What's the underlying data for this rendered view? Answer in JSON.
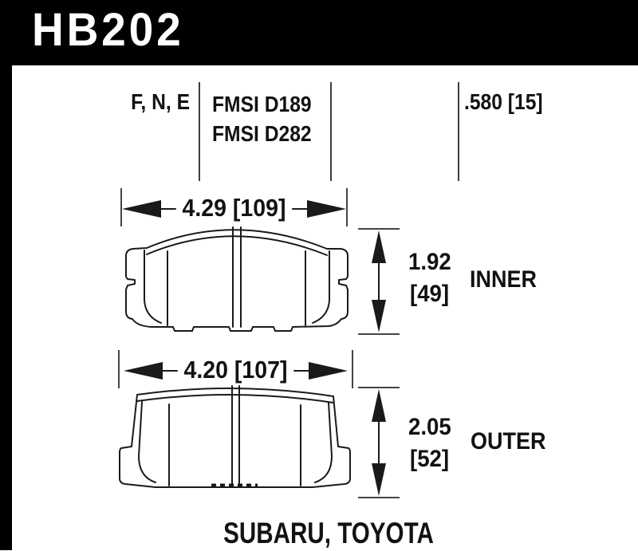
{
  "header": {
    "part_number": "HB202"
  },
  "specs": {
    "compounds": "F, N, E",
    "fmsi": [
      "FMSI D189",
      "FMSI D282"
    ],
    "pad_thickness": ".580 [15]"
  },
  "inner_pad": {
    "width_dim": "4.29 [109]",
    "height_in": "1.92",
    "height_mm": "[49]",
    "label": "INNER"
  },
  "outer_pad": {
    "width_dim": "4.20 [107]",
    "height_in": "2.05",
    "height_mm": "[52]",
    "label": "OUTER"
  },
  "footer": {
    "applications": "SUBARU, TOYOTA"
  },
  "colors": {
    "header_bg": "#000000",
    "drawing_line": "#1a1a1a",
    "divider": "#3d3d3d"
  }
}
